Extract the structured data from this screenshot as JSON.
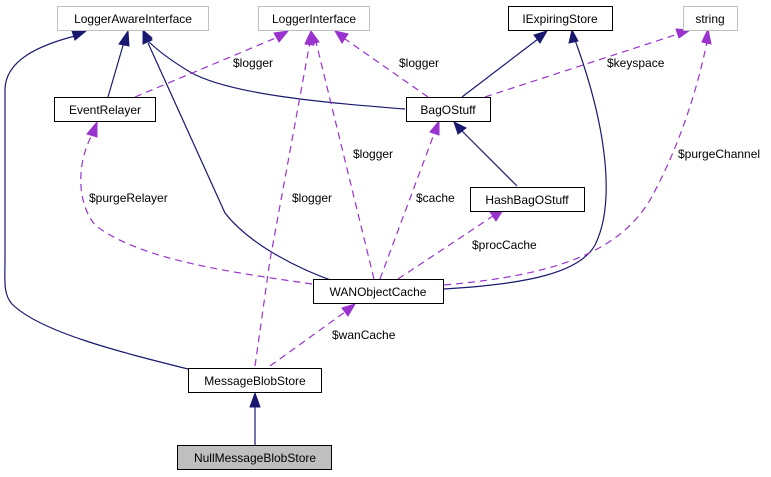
{
  "diagram": {
    "type": "class-collaboration-graph",
    "colors": {
      "inheritance": "#191970",
      "usage": "#9a32cd",
      "external_border": "#bfbfbf",
      "focus_fill": "#bfbfbf"
    },
    "nodes": {
      "loggerAwareInterface": "LoggerAwareInterface",
      "loggerInterface": "LoggerInterface",
      "iExpiringStore": "IExpiringStore",
      "string": "string",
      "eventRelayer": "EventRelayer",
      "bagOStuff": "BagOStuff",
      "hashBagOStuff": "HashBagOStuff",
      "wanObjectCache": "WANObjectCache",
      "messageBlobStore": "MessageBlobStore",
      "nullMessageBlobStore": "NullMessageBlobStore"
    },
    "edge_labels": {
      "eventRelayer_logger": "$logger",
      "bagOStuff_logger": "$logger",
      "keyspace": "$keyspace",
      "wan_logger": "$logger",
      "purgeRelayer": "$purgeRelayer",
      "mbs_logger": "$logger",
      "cache": "$cache",
      "purgeChannel": "$purgeChannel",
      "procCache": "$procCache",
      "wanCache": "$wanCache"
    }
  }
}
